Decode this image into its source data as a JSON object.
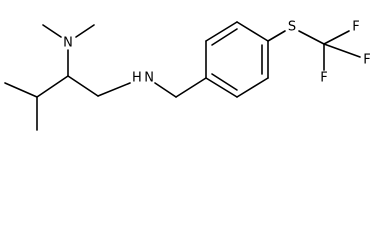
{
  "molecule": {
    "atoms": {
      "n_dimethyl": "N",
      "n_amine": "H N",
      "sulfur": "S",
      "f1": "F",
      "f2": "F",
      "f3": "F"
    }
  }
}
